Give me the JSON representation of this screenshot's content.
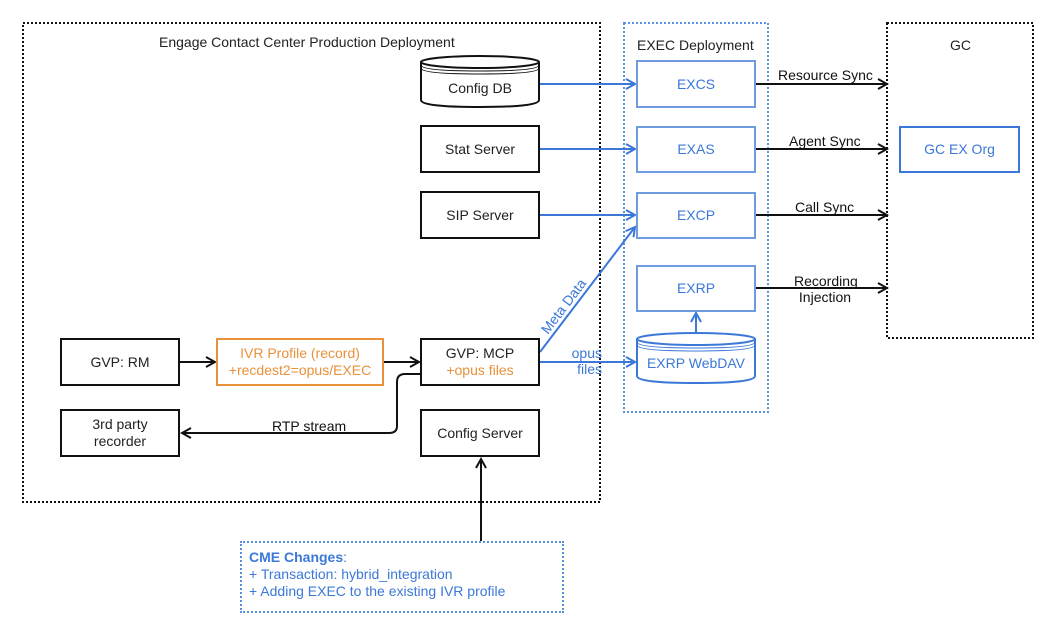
{
  "containers": {
    "engage": {
      "title": "Engage Contact Center Production Deployment"
    },
    "exec": {
      "title": "EXEC Deployment"
    },
    "gc": {
      "title": "GC"
    }
  },
  "nodes": {
    "config_db": {
      "label": "Config DB",
      "shape": "database"
    },
    "stat_server": {
      "label": "Stat Server"
    },
    "sip_server": {
      "label": "SIP Server"
    },
    "gvp_rm": {
      "label": "GVP: RM"
    },
    "ivr_profile": {
      "line1": "IVR Profile (record)",
      "line2": "+recdest2=opus/EXEC"
    },
    "gvp_mcp": {
      "line1": "GVP: MCP",
      "line2": "+opus files"
    },
    "third_party": {
      "line1": "3rd party",
      "line2": "recorder"
    },
    "config_server": {
      "label": "Config Server"
    },
    "excs": {
      "label": "EXCS"
    },
    "exas": {
      "label": "EXAS"
    },
    "excp": {
      "label": "EXCP"
    },
    "exrp": {
      "label": "EXRP"
    },
    "exrp_webdav": {
      "label": "EXRP WebDAV",
      "shape": "database"
    },
    "gc_ex_org": {
      "label": "GC EX Org"
    }
  },
  "edges": {
    "resource_sync": "Resource Sync",
    "agent_sync": "Agent Sync",
    "call_sync": "Call Sync",
    "recording_injection_1": "Recording",
    "recording_injection_2": "Injection",
    "meta_data": "Meta Data",
    "opus_files_1": "opus",
    "opus_files_2": "files",
    "rtp_stream": "RTP stream"
  },
  "cme": {
    "title": "CME Changes",
    "colon": ":",
    "items": [
      "+ Transaction: hybrid_integration",
      "+ Adding EXEC to the existing IVR profile"
    ]
  },
  "colors": {
    "black": "#111111",
    "blue": "#3b78d8",
    "light_blue": "#6f9be0",
    "orange": "#e8913a"
  }
}
